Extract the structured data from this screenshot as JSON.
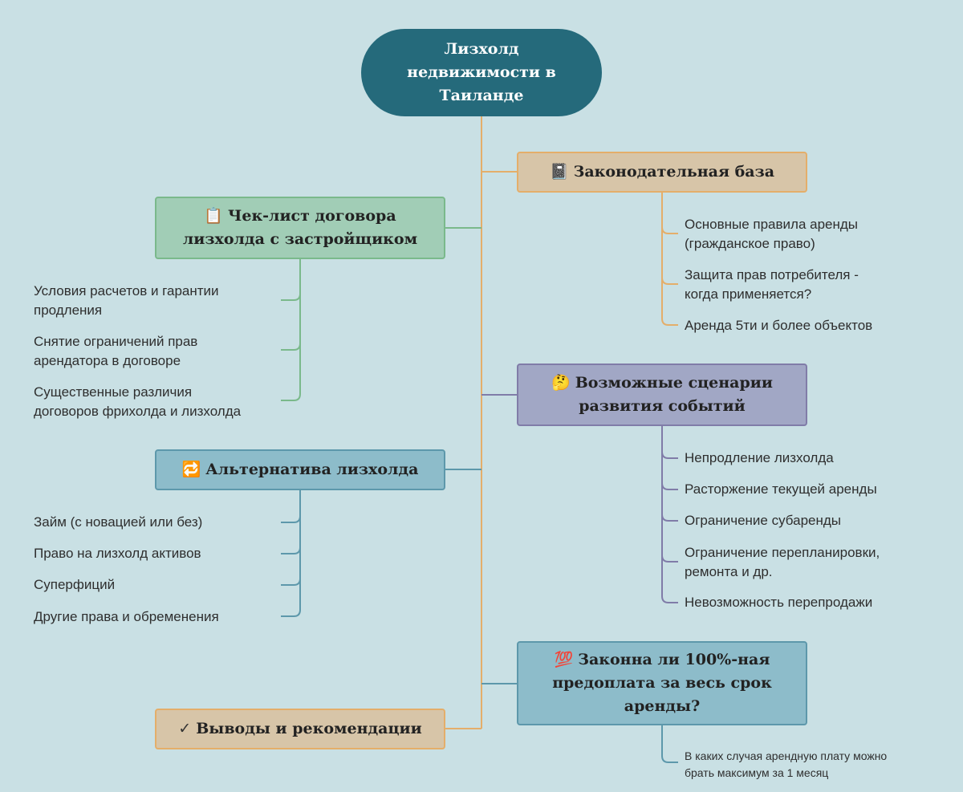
{
  "root": {
    "title": "Лизхолд\nнедвижимости в\nТаиланде"
  },
  "colors": {
    "background": "#c9e0e4",
    "root": "#256a7b",
    "orange": "#e4ae6a",
    "green": "#7ab98b",
    "purple": "#807ca8",
    "teal": "#5d98ab"
  },
  "branches": {
    "law": {
      "icon": "📓",
      "icon_name": "notebook-icon",
      "title": "Законодательная база",
      "items": [
        "Основные правила аренды\n(гражданское право)",
        "Защита прав потребителя -\nкогда применяется?",
        "Аренда 5ти и более объектов"
      ]
    },
    "checklist": {
      "icon": "📋",
      "icon_name": "clipboard-icon",
      "title": "Чек-лист договора\nлизхолда с застройщиком",
      "items": [
        "Условия расчетов и гарантии\nпродления",
        "Снятие ограничений прав\nарендатора в договоре",
        "Существенные различия\nдоговоров фрихолда и лизхолда"
      ]
    },
    "scenarios": {
      "icon": "🤔",
      "icon_name": "thinking-face-icon",
      "title": "Возможные сценарии\nразвития событий",
      "items": [
        "Непродление лизхолда",
        "Расторжение текущей аренды",
        "Ограничение субаренды",
        "Ограничение перепланировки,\nремонта и др.",
        "Невозможность перепродажи"
      ]
    },
    "alternative": {
      "icon": "🔁",
      "icon_name": "repeat-icon",
      "title": "Альтернатива лизхолда",
      "items": [
        "Займ (с новацией или без)",
        "Право на лизхолд активов",
        "Суперфиций",
        "Другие права и обременения"
      ]
    },
    "prepayment": {
      "icon": "💯",
      "icon_name": "hundred-points-icon",
      "title": "Законна ли 100%-ная\nпредоплата за весь срок\nаренды?",
      "items": [
        "В каких случая арендную плату можно\nбрать максимум за 1 месяц"
      ]
    },
    "conclusions": {
      "icon": "✓",
      "icon_name": "check-mark-icon",
      "title": "Выводы и рекомендации",
      "items": []
    }
  }
}
